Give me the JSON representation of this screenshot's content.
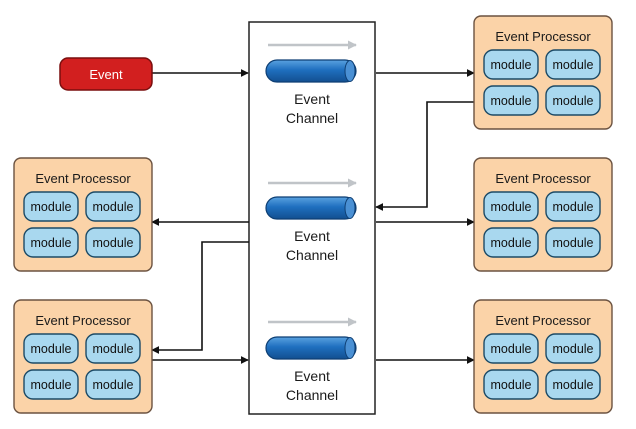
{
  "event": {
    "label": "Event"
  },
  "channels": [
    {
      "line1": "Event",
      "line2": "Channel"
    },
    {
      "line1": "Event",
      "line2": "Channel"
    },
    {
      "line1": "Event",
      "line2": "Channel"
    }
  ],
  "processors": [
    {
      "title": "Event Processor",
      "modules": [
        "module",
        "module",
        "module",
        "module"
      ]
    },
    {
      "title": "Event Processor",
      "modules": [
        "module",
        "module",
        "module",
        "module"
      ]
    },
    {
      "title": "Event Processor",
      "modules": [
        "module",
        "module",
        "module",
        "module"
      ]
    },
    {
      "title": "Event Processor",
      "modules": [
        "module",
        "module",
        "module",
        "module"
      ]
    },
    {
      "title": "Event Processor",
      "modules": [
        "module",
        "module",
        "module",
        "module"
      ]
    }
  ],
  "colors": {
    "event_fill": "#d21f1f",
    "processor_fill": "#fbd3a8",
    "module_fill": "#a9d8ef",
    "pipe_fill": "#1f6fbf",
    "flow_arrow": "#c0c4c8"
  }
}
